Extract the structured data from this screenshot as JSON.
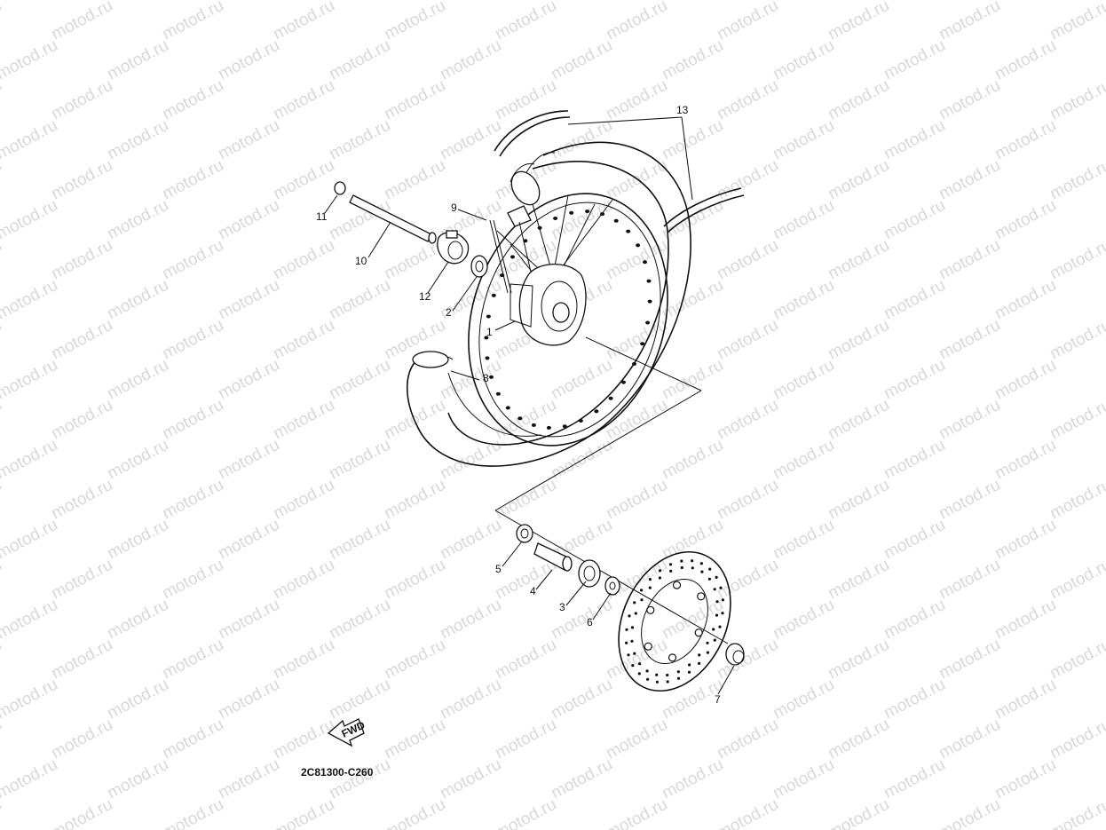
{
  "watermark": {
    "text": "motod.ru"
  },
  "diagram": {
    "code": "2C81300-C260",
    "fwd_label": "FWD",
    "callouts": [
      {
        "id": "1",
        "text": "1"
      },
      {
        "id": "2",
        "text": "2"
      },
      {
        "id": "3",
        "text": "3"
      },
      {
        "id": "4",
        "text": "4"
      },
      {
        "id": "5",
        "text": "5"
      },
      {
        "id": "6",
        "text": "6"
      },
      {
        "id": "7",
        "text": "7"
      },
      {
        "id": "8",
        "text": "8"
      },
      {
        "id": "9",
        "text": "9"
      },
      {
        "id": "10",
        "text": "10"
      },
      {
        "id": "11",
        "text": "11"
      },
      {
        "id": "12",
        "text": "12"
      },
      {
        "id": "13",
        "text": "13"
      }
    ]
  }
}
